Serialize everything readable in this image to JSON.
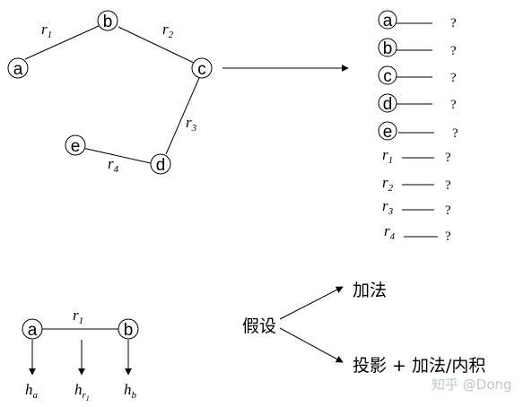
{
  "colors": {
    "ink": "#000000",
    "watermark": "#bfc6cc"
  },
  "graph": {
    "nodes": [
      "a",
      "b",
      "c",
      "d",
      "e"
    ],
    "edges": [
      {
        "sym": "r",
        "idx": "1",
        "from": "a",
        "to": "b"
      },
      {
        "sym": "r",
        "idx": "2",
        "from": "b",
        "to": "c"
      },
      {
        "sym": "r",
        "idx": "3",
        "from": "c",
        "to": "d"
      },
      {
        "sym": "r",
        "idx": "4",
        "from": "e",
        "to": "d"
      }
    ]
  },
  "mapping_list": {
    "entities": [
      "a",
      "b",
      "c",
      "d",
      "e"
    ],
    "relations": [
      {
        "sym": "r",
        "idx": "1"
      },
      {
        "sym": "r",
        "idx": "2"
      },
      {
        "sym": "r",
        "idx": "3"
      },
      {
        "sym": "r",
        "idx": "4"
      }
    ],
    "unknown": "?"
  },
  "triple": {
    "head": "a",
    "tail": "b",
    "relation": {
      "sym": "r",
      "idx": "1"
    },
    "vectors": [
      {
        "sym": "h",
        "sub": "a"
      },
      {
        "sym": "h",
        "sub": "r",
        "subsub": "1"
      },
      {
        "sym": "h",
        "sub": "b"
      }
    ]
  },
  "hypothesis": {
    "label": "假设",
    "option_add": "加法",
    "option_proj": "投影 + 加法/内积"
  },
  "watermark": "知乎 @Dong"
}
